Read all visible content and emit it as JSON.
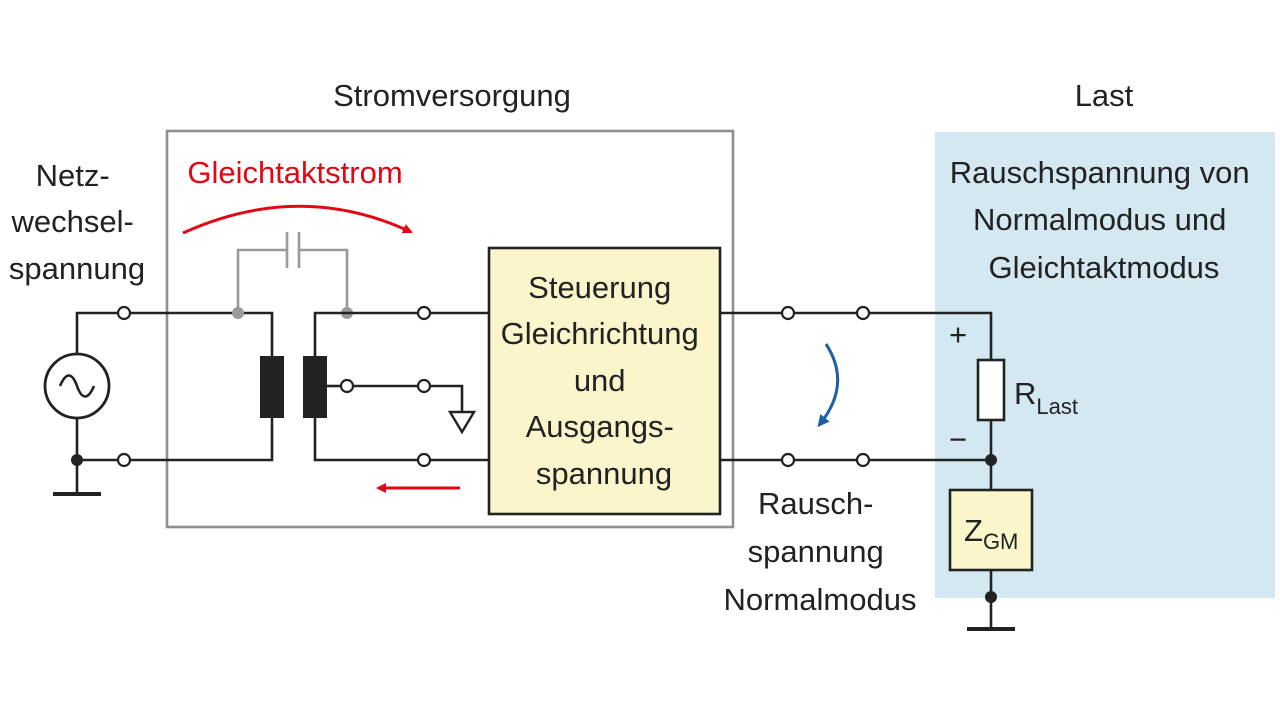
{
  "labels": {
    "stromversorgung": "Stromversorgung",
    "last": "Last",
    "gleichtaktstrom": "Gleichtaktstrom",
    "netz": [
      "Netz-",
      "wechsel-",
      "spannung"
    ],
    "steuerung": [
      "Steuerung",
      "Gleichrichtung",
      "und",
      "Ausgangs-",
      "spannung"
    ],
    "rauschspannung_last": [
      "Rauschspannung von",
      "Normalmodus und",
      "Gleichtaktmodus"
    ],
    "rauschspannung_normal": [
      "Rausch-",
      "spannung",
      "Normalmodus"
    ],
    "plus": "+",
    "minus": "−",
    "r_main": "R",
    "r_sub": "Last",
    "z_main": "Z",
    "z_sub": "GM"
  },
  "colors": {
    "accent_red": "#e30613",
    "accent_blue": "#1f5fa8",
    "panel_blue": "#d4e8f2",
    "block_yellow": "#fbf5cc",
    "line": "#222222",
    "gray": "#9a9a9a"
  }
}
